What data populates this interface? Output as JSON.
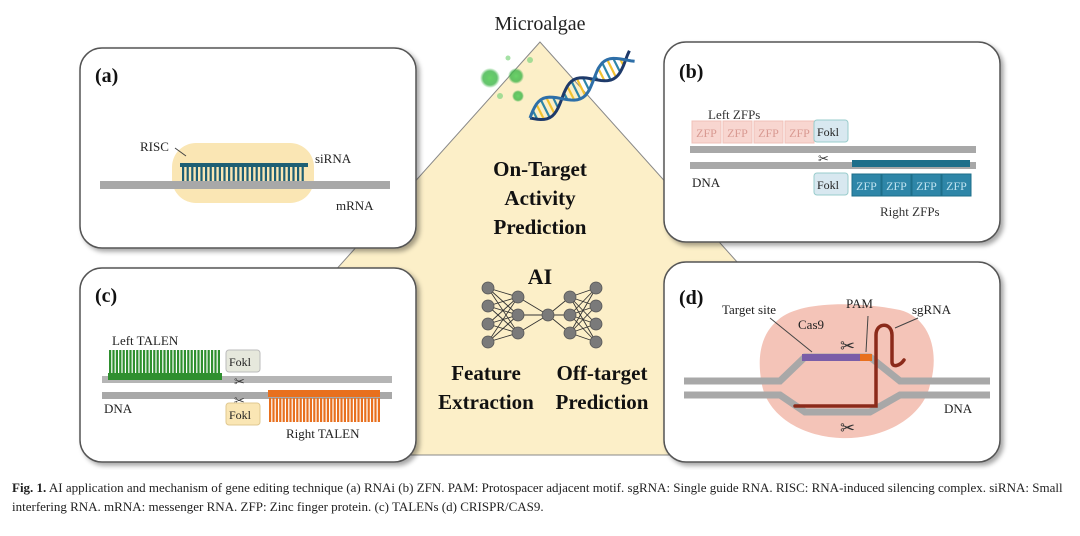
{
  "center": {
    "title": "Microalgae",
    "on_target": [
      "On-Target",
      "Activity",
      "Prediction"
    ],
    "ai": "AI",
    "feature": [
      "Feature",
      "Extraction"
    ],
    "off_target": [
      "Off-target",
      "Prediction"
    ]
  },
  "panel_a": {
    "label": "(a)",
    "risc": "RISC",
    "sirna": "siRNA",
    "mrna": "mRNA"
  },
  "panel_b": {
    "label": "(b)",
    "left_zfps": "Left ZFPs",
    "zfp": "ZFP",
    "fokl": "Fokl",
    "dna": "DNA",
    "right_zfps": "Right ZFPs"
  },
  "panel_c": {
    "label": "(c)",
    "left_talen": "Left TALEN",
    "fokl": "Fokl",
    "dna": "DNA",
    "right_talen": "Right TALEN"
  },
  "panel_d": {
    "label": "(d)",
    "target_site": "Target site",
    "cas9": "Cas9",
    "pam": "PAM",
    "sgrna": "sgRNA",
    "dna": "DNA"
  },
  "caption": {
    "prefix": "Fig. 1.",
    "text": " AI application and mechanism of gene editing technique (a) RNAi (b) ZFN. PAM: Protospacer adjacent motif. sgRNA: Single guide RNA. RISC: RNA-induced silencing complex. siRNA: Small interfering RNA. mRNA: messenger RNA. ZFP: Zinc finger protein. (c) TALENs (d) CRISPR/CAS9."
  },
  "colors": {
    "triangle": "#fcefc8",
    "gray_strand": "#a8a8a8",
    "risc_fill": "#fae6b4",
    "sirna": "#1e5f74",
    "zfp_left": "#f8d6d0",
    "zfp_right": "#2e86a8",
    "fokl": "#d8e8f0",
    "talen_left": "#2f8f2f",
    "talen_right": "#e8701e",
    "cas9_blob": "#f4c4b8",
    "sgrna": "#8b2a1a",
    "target_site": "#7a5ea8",
    "pam": "#e8701e",
    "nn_node": "#7a7a7a"
  }
}
